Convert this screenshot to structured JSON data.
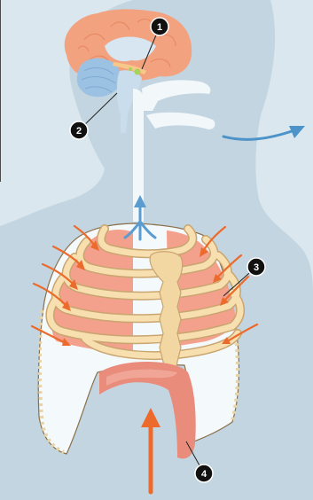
{
  "diagram": {
    "callouts": [
      {
        "id": "callout-1",
        "label": "1"
      },
      {
        "id": "callout-2",
        "label": "2"
      },
      {
        "id": "callout-3",
        "label": "3"
      },
      {
        "id": "callout-4",
        "label": "4"
      }
    ],
    "colors": {
      "background": "#dbe7ee",
      "silhouette": "#c3d5e0",
      "cerebrum": "#f3a27f",
      "cerebellum": "#9cc2e3",
      "brainstem": "#c9dded",
      "nucleus": "#a8d25c",
      "airway": "#f2f7fa",
      "lung": "#f3a08c",
      "ribs": "#f7dfb0",
      "diaphragm": "#ea8c7c",
      "muscle_arrows": "#ec6a2b",
      "exhale_arrow": "#4b93c8",
      "airflow_arrow": "#5a9bd0",
      "callout_fill": "#111111"
    }
  }
}
